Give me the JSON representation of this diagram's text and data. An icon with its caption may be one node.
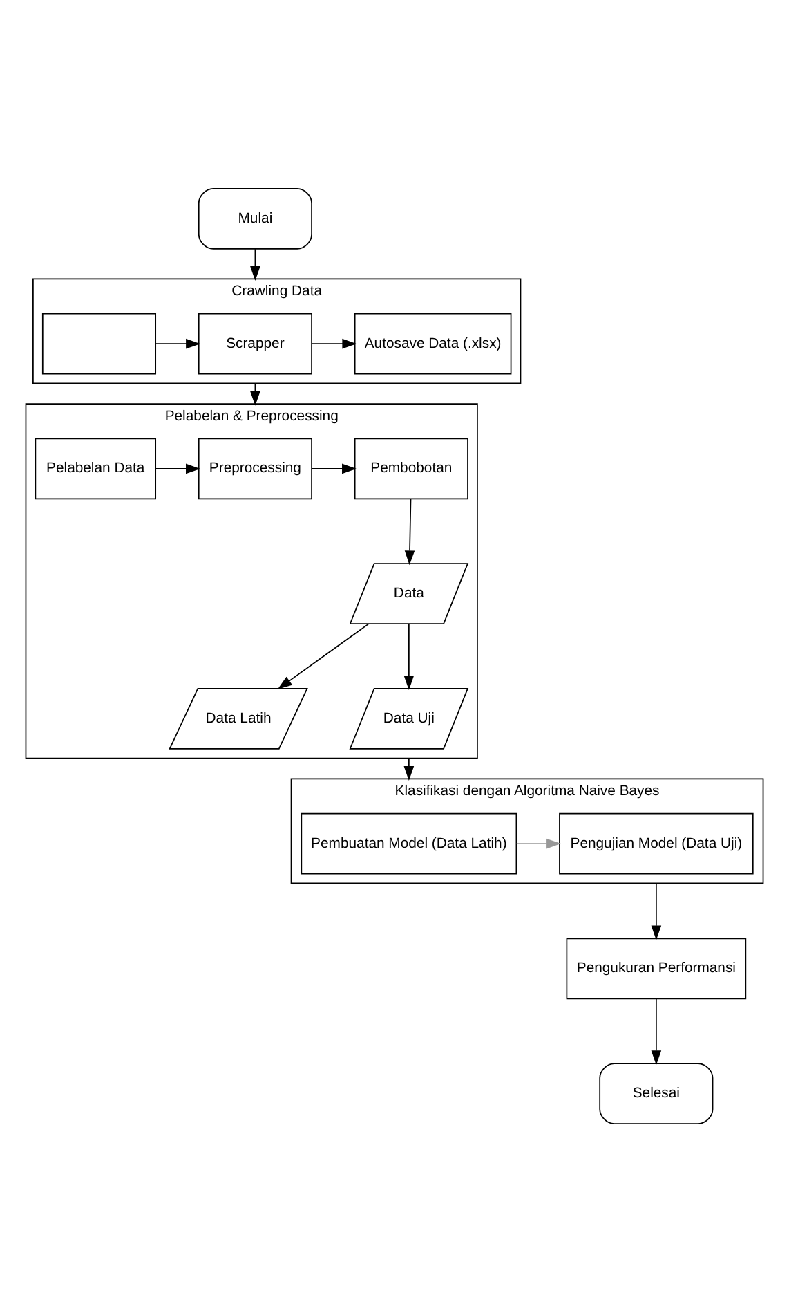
{
  "diagram": {
    "nodes": [
      {
        "text": [
          "Mulai"
        ]
      },
      {
        "text": [
          "Crawling Data"
        ]
      },
      {
        "text": [],
        "shape": "box",
        "in": 1
      },
      {
        "text": [
          "Scrapper"
        ],
        "in": 1
      },
      {
        "text": [
          "Autosave Data (.xlsx)"
        ],
        "in": 1
      },
      {
        "text": [
          "Pelabelan & Preprocessing"
        ]
      },
      {
        "text": [
          "Pelabelan Data"
        ],
        "in": 5
      },
      {
        "text": [
          "Preprocessing"
        ],
        "in": 5
      },
      {
        "text": [
          "Pembobotan"
        ],
        "in": 5
      },
      {
        "text": [
          "Data"
        ],
        "in": 5
      },
      {
        "text": [
          "Data Latih"
        ],
        "in": 5
      },
      {
        "text": [
          "Data Uji"
        ],
        "in": 5
      },
      {
        "text": [
          "Klasifikasi dengan Algoritma Naive Bayes"
        ]
      },
      {
        "text": [
          "Pembuatan Model (Data Latih)"
        ],
        "in": 12
      },
      {
        "text": [
          "Pengujian Model (Data Uji)"
        ],
        "in": 12
      },
      {
        "text": [
          "Pengukuran Performansi"
        ]
      },
      {
        "text": [
          "Selesai"
        ]
      }
    ],
    "edges": [
      {
        "from": 0,
        "to": 1,
        "arrow": "to"
      },
      {
        "from": 2,
        "to": 3,
        "arrow": "to"
      },
      {
        "from": 3,
        "to": 4,
        "arrow": "to"
      },
      {
        "from": 1,
        "to": 5,
        "arrow": "to"
      },
      {
        "from": 6,
        "to": 7,
        "arrow": "to"
      },
      {
        "from": 7,
        "to": 8,
        "arrow": "to"
      },
      {
        "from": 8,
        "to": 9,
        "arrow": "to"
      },
      {
        "from": 9,
        "to": 10,
        "arrow": "to"
      },
      {
        "from": 9,
        "to": 11,
        "arrow": "to"
      },
      {
        "from": 5,
        "to": 12,
        "arrow": "to"
      },
      {
        "from": 13,
        "to": 14,
        "arrow": "to",
        "color": "#999999"
      },
      {
        "from": 12,
        "to": 15,
        "arrow": "to"
      },
      {
        "from": 15,
        "to": 16,
        "arrow": "to"
      }
    ]
  }
}
